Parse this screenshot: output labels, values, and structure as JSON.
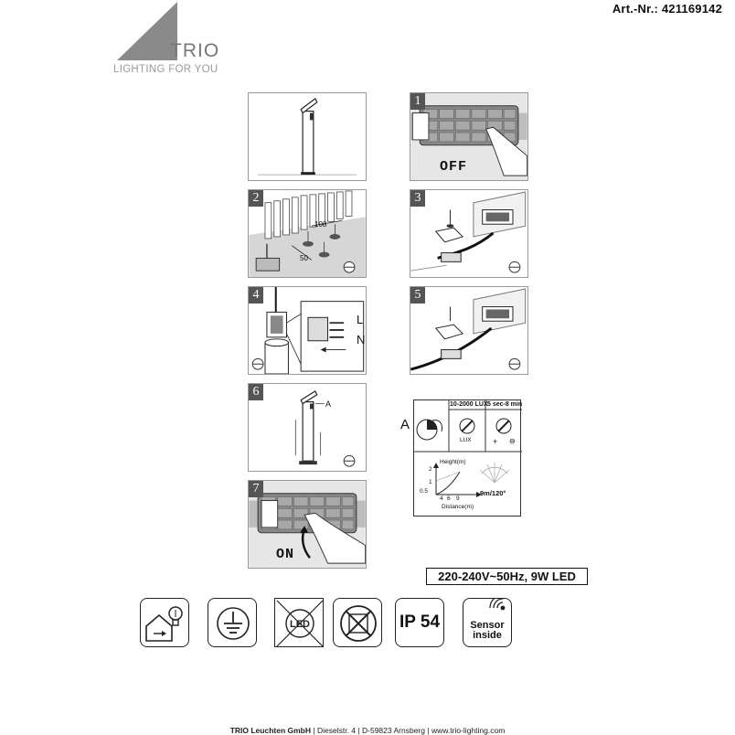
{
  "header": {
    "article_number": "Art.-Nr.: 421169142"
  },
  "logo": {
    "name": "TRIO",
    "tagline": "LIGHTING FOR YOU"
  },
  "steps": [
    {
      "number": "1",
      "caption": "OFF"
    },
    {
      "number": "2",
      "dim_a": "100",
      "dim_b": "50"
    },
    {
      "number": "3"
    },
    {
      "number": "4",
      "label_l": "L",
      "label_n": "N"
    },
    {
      "number": "5"
    },
    {
      "number": "6",
      "label_a": "A"
    },
    {
      "number": "7",
      "caption": "ON"
    }
  ],
  "sensor_settings": {
    "label_a": "A",
    "lux_header": "10-2000 LUX",
    "time_header": "5 sec-8 min",
    "lux_label": "LUX",
    "plus": "+",
    "minus": "⊖",
    "graph": {
      "y_label": "Height(m)",
      "x_label": "Distance(m)",
      "y_ticks": [
        "2",
        "1",
        "0.5"
      ],
      "x_ticks": [
        "4",
        "6",
        "9"
      ],
      "range_label": "9m/120°"
    }
  },
  "spec_text": "220-240V~50Hz, 9W LED",
  "icons": {
    "ip_rating": "IP 54",
    "led_text": "LED",
    "sensor_line1": "Sensor",
    "sensor_line2": "inside"
  },
  "footer": {
    "company": "TRIO Leuchten GmbH",
    "street": "Dieselstr. 4",
    "city": "D-59823 Arnsberg",
    "web": "www.trio-lighting.com",
    "sep": "|"
  }
}
